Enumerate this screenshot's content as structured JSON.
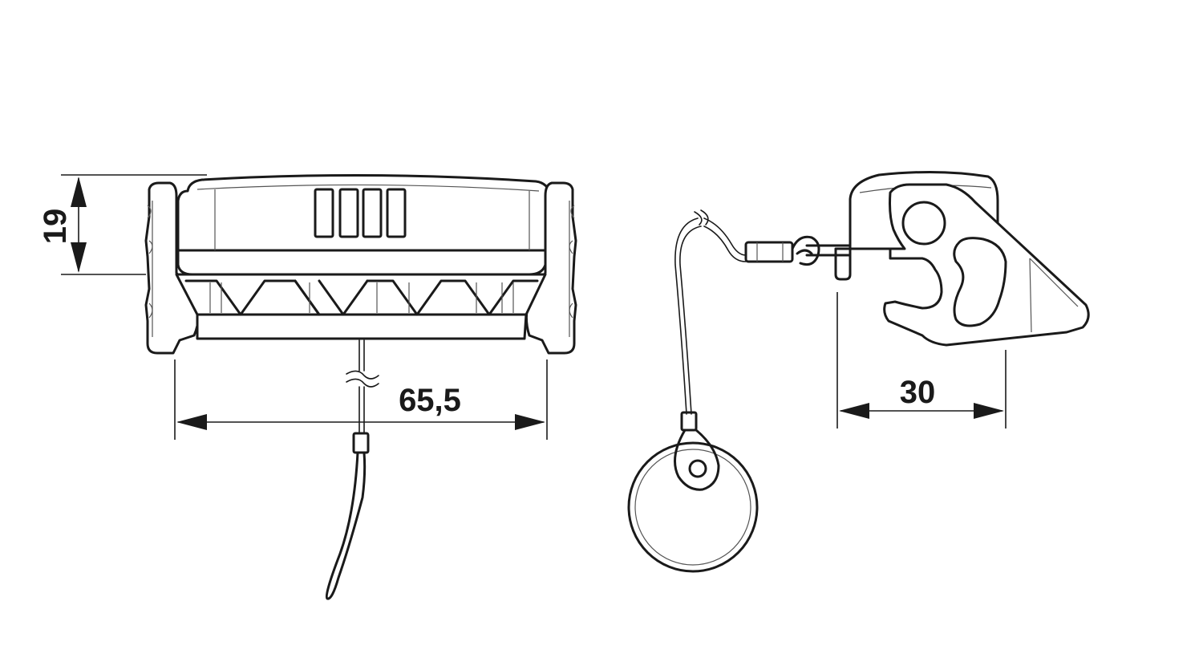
{
  "diagram": {
    "dimensions": {
      "height_label": "19",
      "width_label": "65,5",
      "depth_label": "30"
    }
  }
}
